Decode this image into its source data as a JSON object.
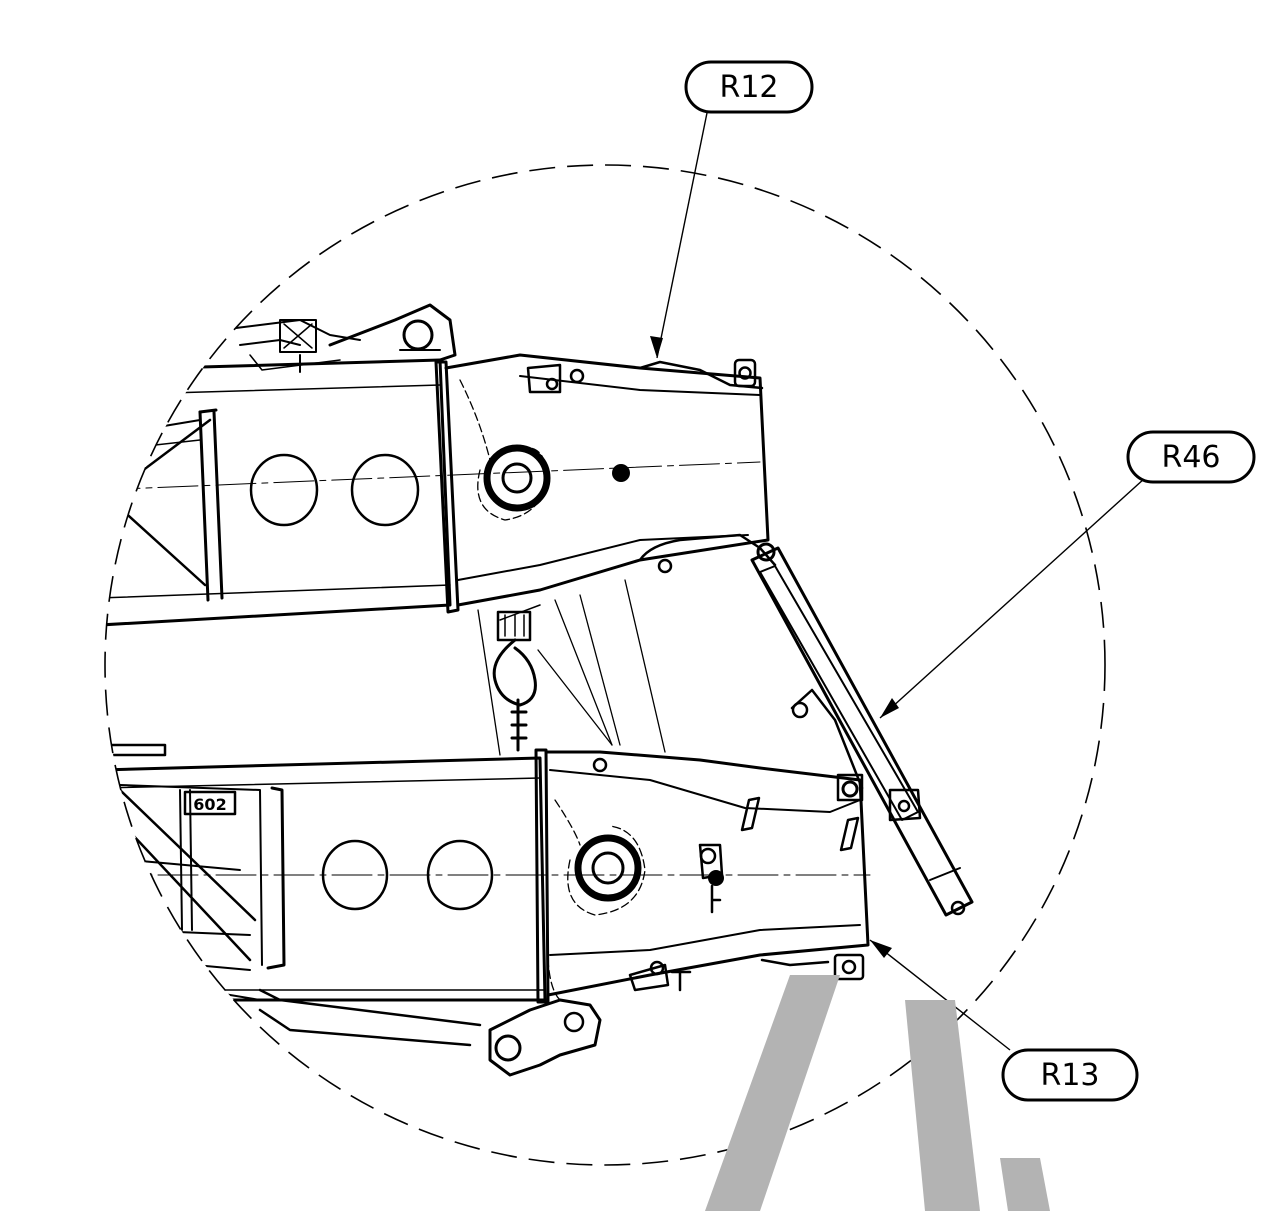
{
  "callouts": {
    "r12": {
      "label": "R12"
    },
    "r46": {
      "label": "R46"
    },
    "r13": {
      "label": "R13"
    }
  },
  "plate": {
    "label": "602"
  },
  "colors": {
    "line": "#000000",
    "background": "#ffffff",
    "watermark": "#b3b3b3"
  },
  "icons": {
    "detail_circle": "dashed-circle",
    "watermark": "slash-marks"
  }
}
